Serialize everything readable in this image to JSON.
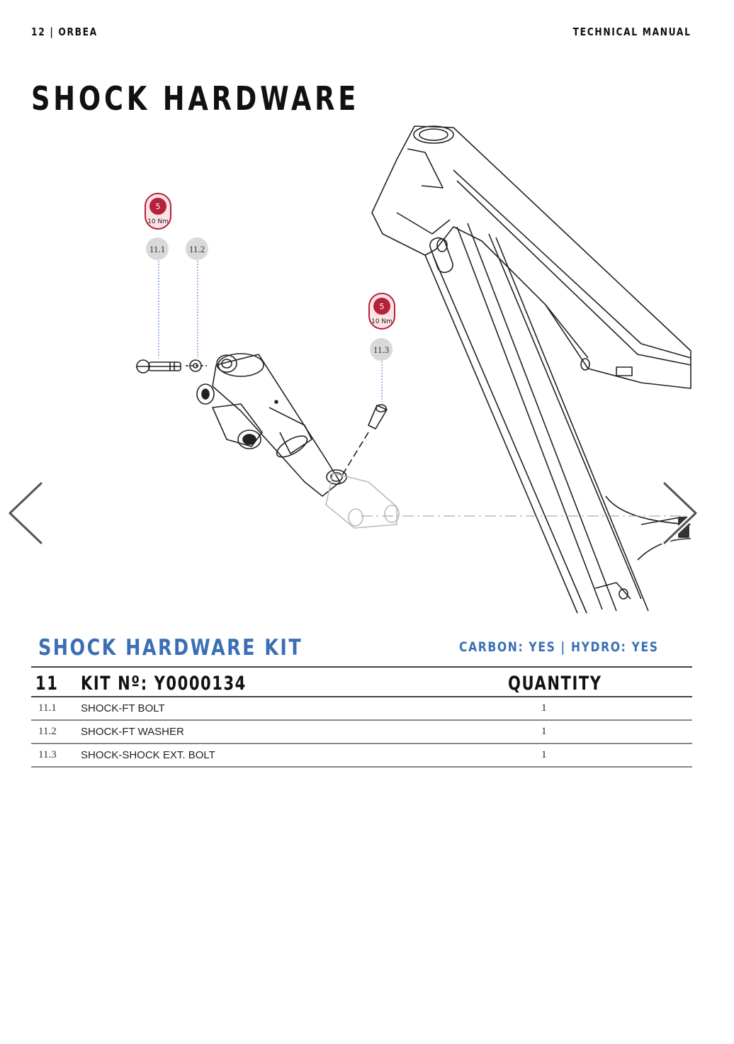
{
  "header": {
    "left": "12 | ORBEA",
    "right": "TECHNICAL MANUAL"
  },
  "page_title": "SHOCK HARDWARE",
  "diagram": {
    "callouts": [
      {
        "ref": "11.1"
      },
      {
        "ref": "11.2"
      },
      {
        "ref": "11.3"
      }
    ],
    "torque_badges": [
      {
        "tool": "5",
        "torque": "10 Nm"
      },
      {
        "tool": "5",
        "torque": "10 Nm"
      }
    ],
    "colors": {
      "badge_red": "#b5203a",
      "callout_gray": "#d9d9d9",
      "leader_blue": "#6b8fd0"
    }
  },
  "navigation": {
    "prev_icon": "chevron-left-icon",
    "next_icon": "chevron-right-icon"
  },
  "kit": {
    "title": "SHOCK HARDWARE KIT",
    "flags": "CARBON: YES | HYDRO: YES",
    "accent_color": "#3a6fb5"
  },
  "table": {
    "header": {
      "number": "11",
      "kit_number": "KIT Nº: Y0000134",
      "quantity": "QUANTITY"
    },
    "rows": [
      {
        "ref": "11.1",
        "description": "SHOCK-FT BOLT",
        "quantity": "1"
      },
      {
        "ref": "11.2",
        "description": "SHOCK-FT WASHER",
        "quantity": "1"
      },
      {
        "ref": "11.3",
        "description": "SHOCK-SHOCK EXT. BOLT",
        "quantity": "1"
      }
    ]
  }
}
